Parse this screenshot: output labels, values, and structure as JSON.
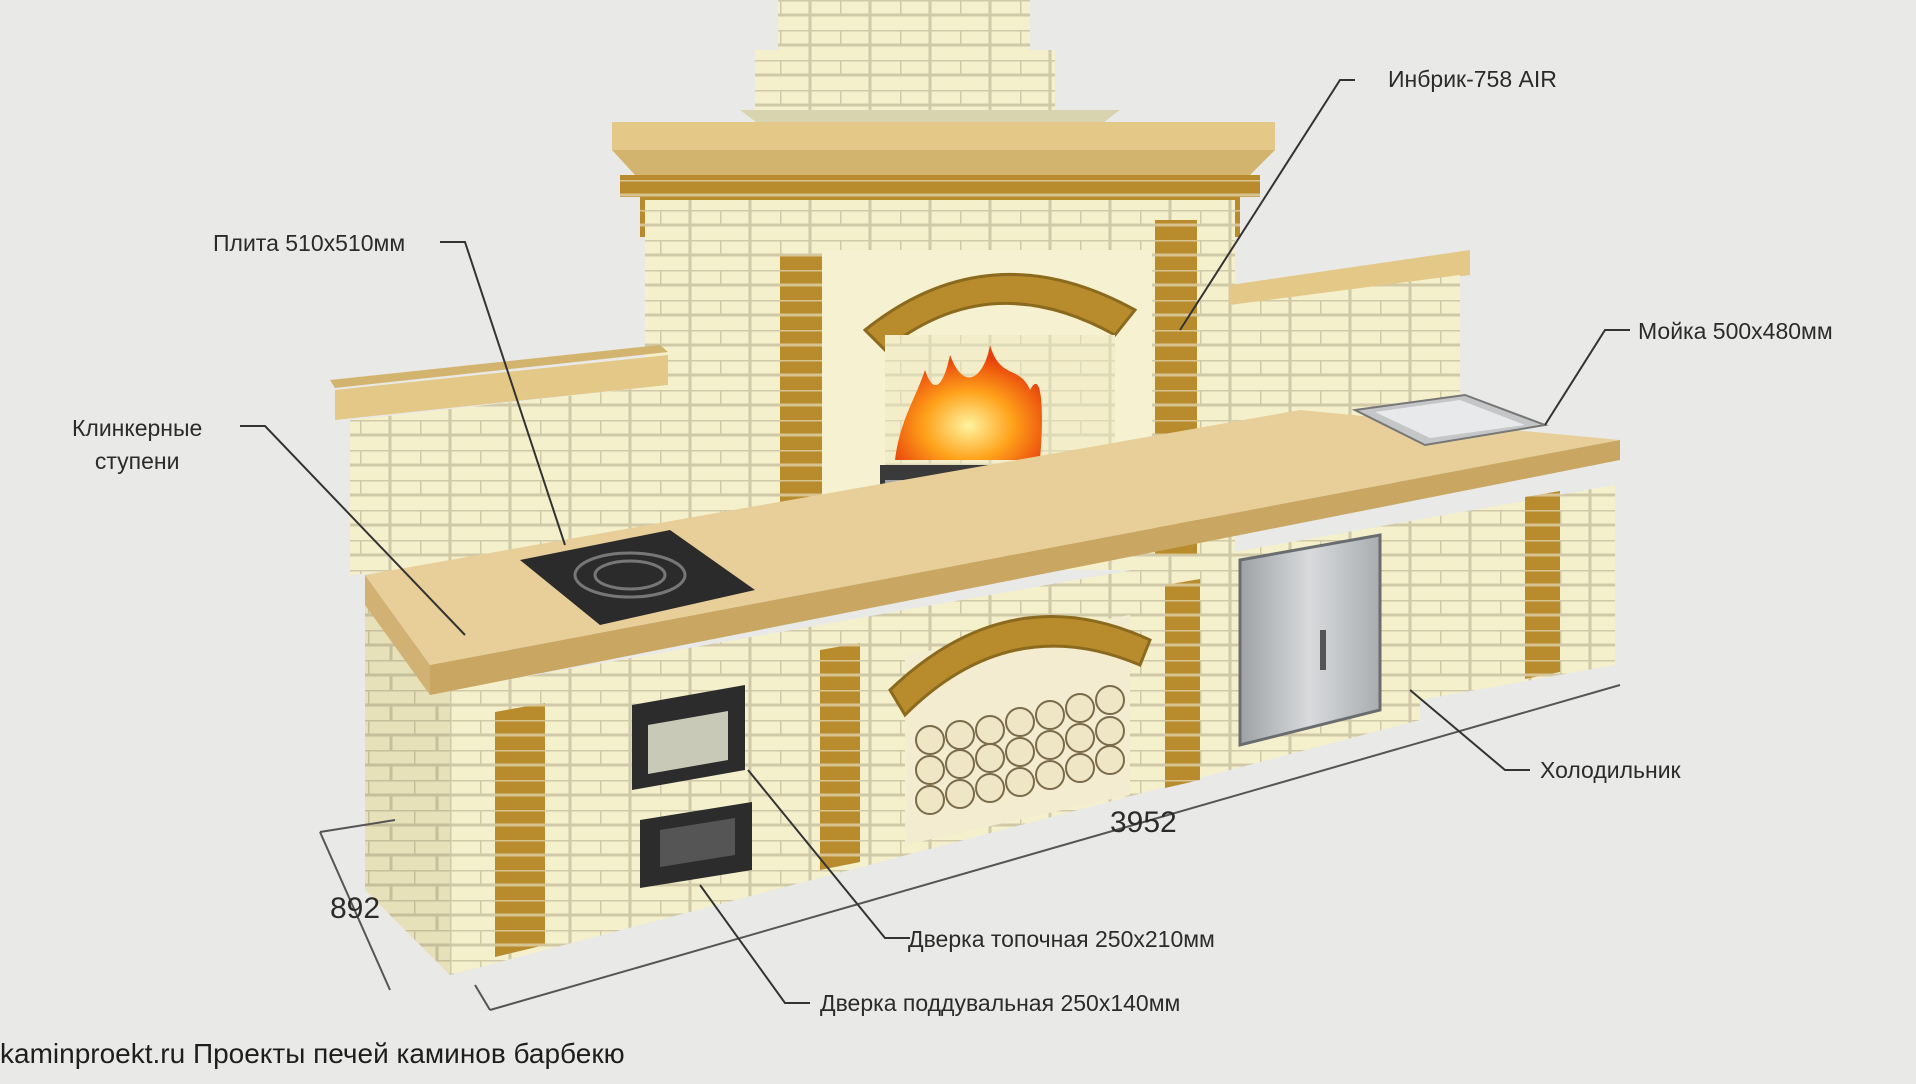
{
  "labels": {
    "inbrik": "Инбрик-758 AIR",
    "plita": "Плита 510х510мм",
    "klinker_line1": "Клинкерные",
    "klinker_line2": "ступени",
    "moika": "Мойка 500х480мм",
    "holodilnik": "Холодильник",
    "dverka_topochnaya": "Дверка топочная 250х210мм",
    "dverka_podduval": "Дверка поддувальная 250х140мм"
  },
  "dimensions": {
    "length": "3952",
    "depth": "892"
  },
  "footer": "kaminproekt.ru Проекты печей каминов барбекю",
  "colors": {
    "background": "#e9e9e7",
    "brick_light": "#f3efc9",
    "brick_accent": "#b68a2c",
    "countertop": "#e6c98e",
    "mortar": "#cfc9a8"
  }
}
